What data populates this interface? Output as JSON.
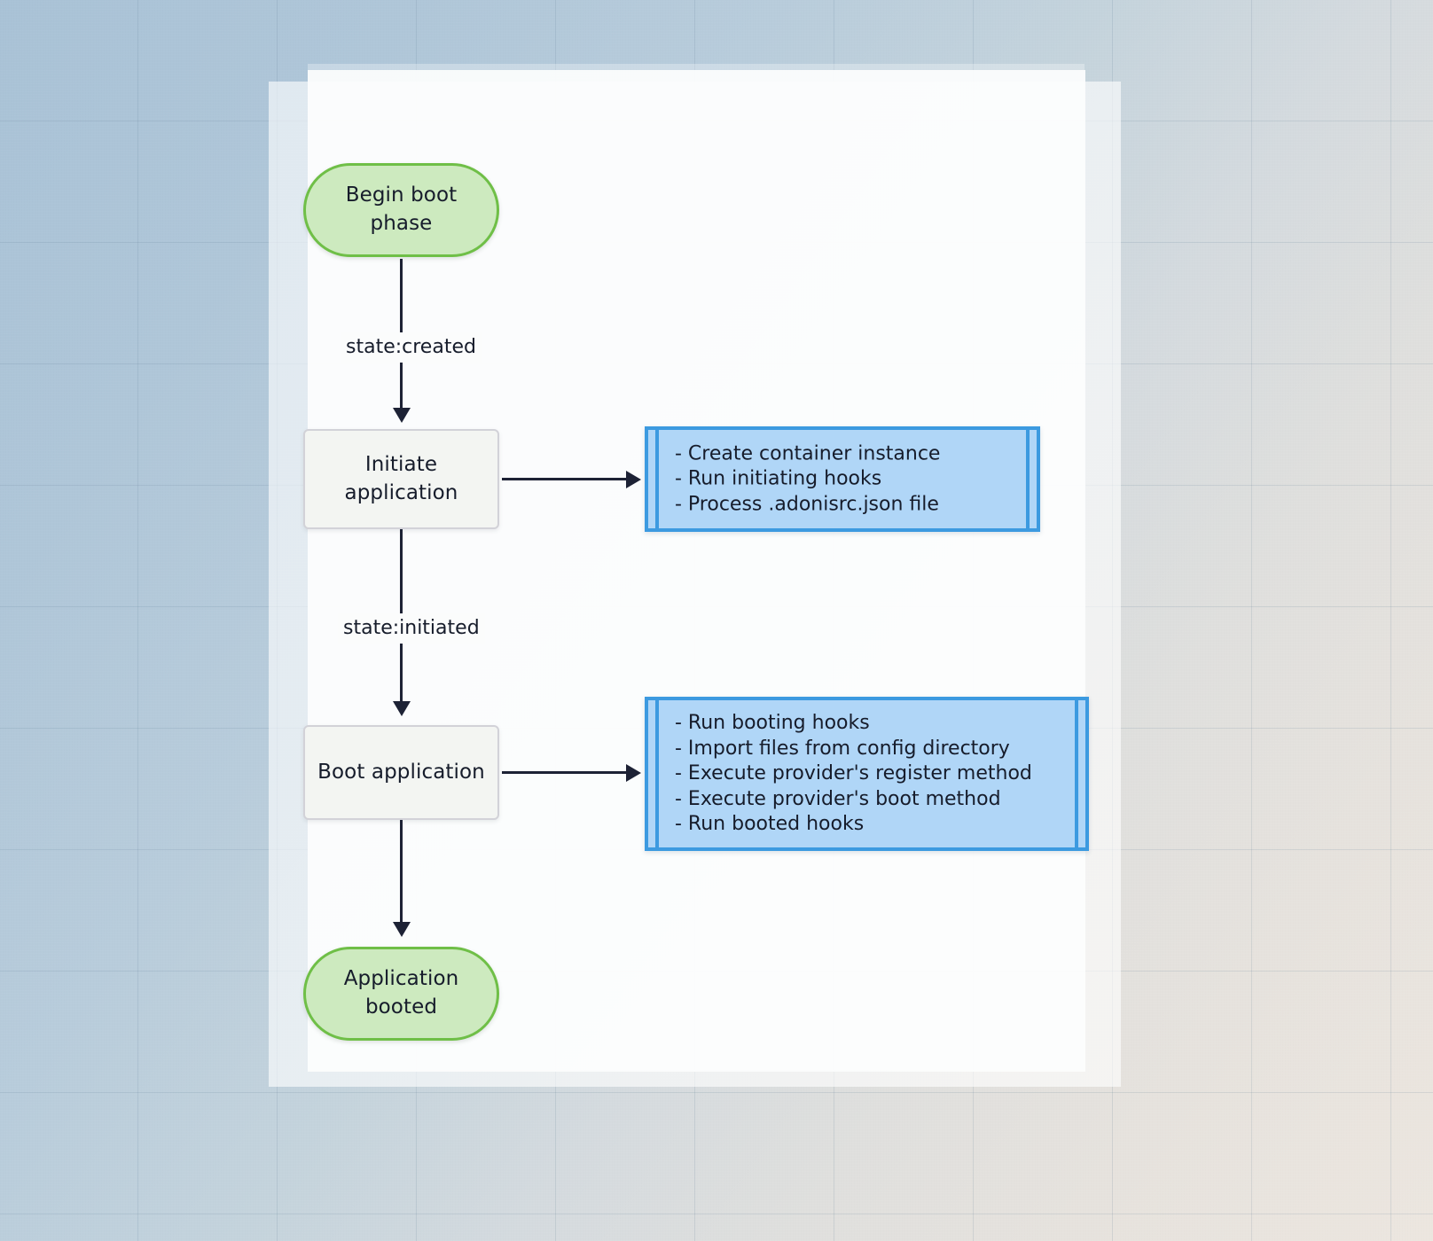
{
  "diagram": {
    "type": "flowchart",
    "title": "AdonisJS boot phase flowchart",
    "colors": {
      "terminator_fill": "#cdeabf",
      "terminator_stroke": "#6fbf47",
      "process_fill": "#f3f5f2",
      "process_stroke": "#d2d2d8",
      "note_fill": "#b0d6f7",
      "note_stroke": "#3c9ae0",
      "edge_stroke": "#1d2235",
      "text": "#161c2b"
    },
    "nodes": [
      {
        "id": "begin",
        "shape": "stadium",
        "label": "Begin boot\nphase",
        "line1": "Begin boot",
        "line2": "phase"
      },
      {
        "id": "initiate",
        "shape": "rect",
        "label": "Initiate\napplication",
        "line1": "Initiate",
        "line2": "application"
      },
      {
        "id": "boot",
        "shape": "rect",
        "label": "Boot application",
        "line1": "Boot application",
        "line2": ""
      },
      {
        "id": "booted",
        "shape": "stadium",
        "label": "Application\nbooted",
        "line1": "Application",
        "line2": "booted"
      }
    ],
    "edges": [
      {
        "from": "begin",
        "to": "initiate",
        "label": "state:created",
        "direction": "down"
      },
      {
        "from": "initiate",
        "to": "boot",
        "label": "state:initiated",
        "direction": "down"
      },
      {
        "from": "boot",
        "to": "booted",
        "label": "",
        "direction": "down"
      },
      {
        "from": "initiate",
        "to": "note1",
        "label": "",
        "direction": "right"
      },
      {
        "from": "boot",
        "to": "note2",
        "label": "",
        "direction": "right"
      }
    ],
    "notes": [
      {
        "id": "note1",
        "attached_to": "initiate",
        "lines": [
          "- Create container instance",
          "- Run initiating hooks",
          "- Process .adonisrc.json file"
        ]
      },
      {
        "id": "note2",
        "attached_to": "boot",
        "lines": [
          "- Run booting hooks",
          "- Import files from config directory",
          "- Execute provider's register method",
          "- Execute provider's boot method",
          "- Run booted hooks"
        ]
      }
    ]
  }
}
